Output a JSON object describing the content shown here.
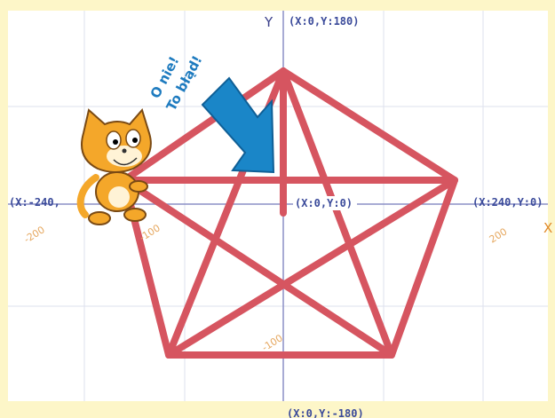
{
  "stage": {
    "background_color": "#ffffff",
    "frame_color": "#fdf6c8",
    "grid_color": "#dde1ee",
    "axis_color": "#8c8fc6",
    "shape_color": "#d65560",
    "arrow_color": "#1a86c8"
  },
  "axes": {
    "y_name": "Y",
    "x_name": "X"
  },
  "labels": {
    "top": "(X:0,Y:180)",
    "bottom": "(X:0,Y:-180)",
    "left": "(X:-240,",
    "right": "(X:240,Y:0)",
    "center": "(X:0,Y:0)"
  },
  "ticks": {
    "left_outer": "-200",
    "left_inner": "-100",
    "right_outer": "200",
    "bottom": "-100"
  },
  "annotation": {
    "line1": "O nie!",
    "line2": "To błąd!"
  },
  "sprite": {
    "name": "cat-sprite",
    "icon": "scratch-cat"
  }
}
